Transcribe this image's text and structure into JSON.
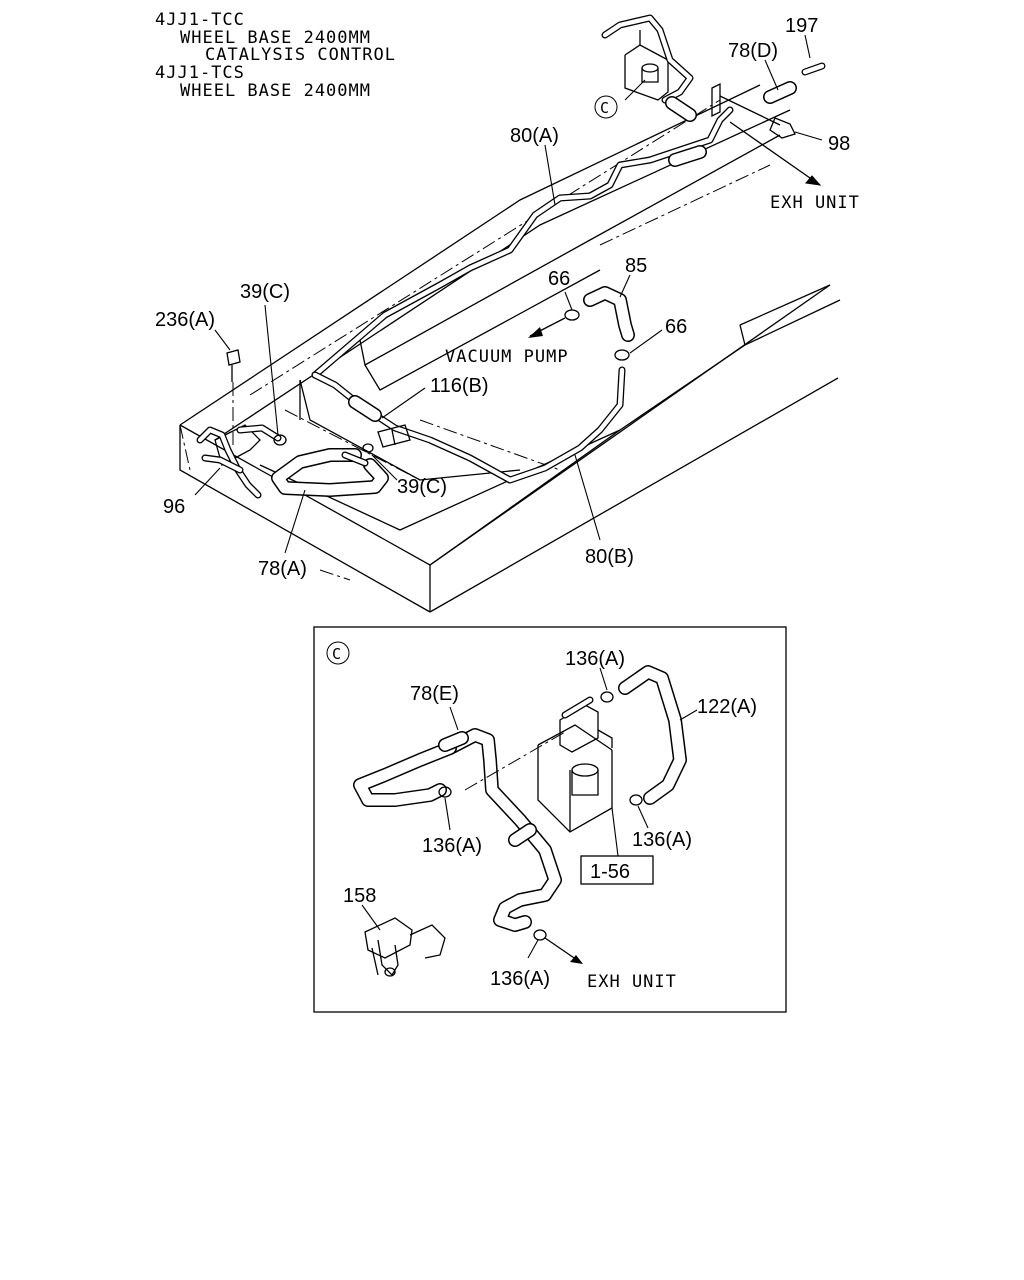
{
  "header": {
    "line1": "4JJ1-TCC",
    "line2": "WHEEL BASE 2400MM",
    "line3": "CATALYSIS CONTROL",
    "line4": "4JJ1-TCS",
    "line5": "WHEEL BASE 2400MM"
  },
  "main_labels": {
    "p197": "197",
    "p78d": "78(D)",
    "p98": "98",
    "p80a": "80(A)",
    "exh_unit": "EXH UNIT",
    "p66a": "66",
    "p85": "85",
    "p66b": "66",
    "vacuum_pump": "VACUUM PUMP",
    "p39c_top": "39(C)",
    "p236a": "236(A)",
    "p116b": "116(B)",
    "p39c_bottom": "39(C)",
    "p96": "96",
    "p78a": "78(A)",
    "p80b": "80(B)",
    "callout_c": "C"
  },
  "detail": {
    "callout_c": "C",
    "p136a_top": "136(A)",
    "p78e": "78(E)",
    "p122a": "122(A)",
    "p136a_left": "136(A)",
    "p136a_right": "136(A)",
    "ref_box": "1-56",
    "p158": "158",
    "p136a_bottom": "136(A)",
    "exh_unit": "EXH UNIT"
  }
}
